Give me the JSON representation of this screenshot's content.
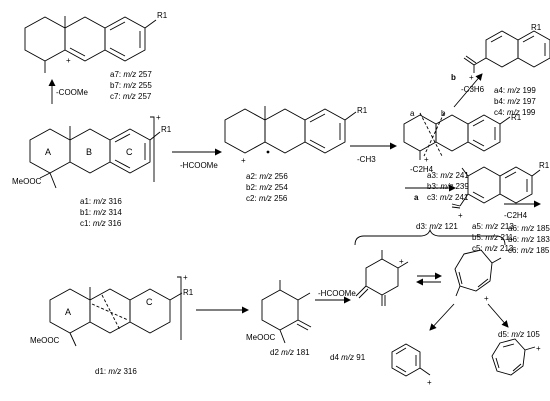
{
  "ions": {
    "a1": "a1:",
    "a1_mz": "m/z",
    "a1_val": "316",
    "b1": "b1:",
    "b1_mz": "m/z",
    "b1_val": "314",
    "c1": "c1:",
    "c1_mz": "m/z",
    "c1_val": "316",
    "a2": "a2:",
    "a2_mz": "m/z",
    "a2_val": "256",
    "b2": "b2:",
    "b2_mz": "m/z",
    "b2_val": "254",
    "c2": "c2:",
    "c2_mz": "m/z",
    "c2_val": "256",
    "a3": "a3:",
    "a3_mz": "m/z",
    "a3_val": "241",
    "b3": "b3:",
    "b3_mz": "m/z",
    "b3_val": "239",
    "c3": "c3:",
    "c3_mz": "m/z",
    "c3_val": "241",
    "a4": "a4:",
    "a4_mz": "m/z",
    "a4_val": "199",
    "b4": "b4:",
    "b4_mz": "m/z",
    "b4_val": "197",
    "c4": "c4:",
    "c4_mz": "m/z",
    "c4_val": "199",
    "a5": "a5:",
    "a5_mz": "m/z",
    "a5_val": "213",
    "b5": "b5:",
    "b5_mz": "m/z",
    "b5_val": "211",
    "c5": "c5:",
    "c5_mz": "m/z",
    "c5_val": "213",
    "a6": "a6:",
    "a6_mz": "m/z",
    "a6_val": "185",
    "b6": "b6:",
    "b6_mz": "m/z",
    "b6_val": "183",
    "c6": "c6:",
    "c6_mz": "m/z",
    "c6_val": "185",
    "a7": "a7:",
    "a7_mz": "m/z",
    "a7_val": "257",
    "b7": "b7:",
    "b7_mz": "m/z",
    "b7_val": "255",
    "c7": "c7:",
    "c7_mz": "m/z",
    "c7_val": "257",
    "d1": "d1:",
    "d1_mz": "m/z",
    "d1_val": "316",
    "d2": "d2",
    "d2_mz": "m/z",
    "d2_val": "181",
    "d3": "d3:",
    "d3_mz": "m/z",
    "d3_val": "121",
    "d4": "d4",
    "d4_mz": "m/z",
    "d4_val": "91",
    "d5": "d5:",
    "d5_mz": "m/z",
    "d5_val": "105"
  },
  "losses": {
    "cooome": "-COOMe",
    "hcooome_top": "-HCOOMe",
    "ch3": "-CH3",
    "c3h6": "-C3H6",
    "c2h4_a": "-C2H4",
    "c2h4_b": "-C2H4",
    "hcooome_bottom": "-HCOOMe"
  },
  "path_labels": {
    "a": "a",
    "b": "b"
  },
  "structure_text": {
    "r1": "R1",
    "ring_a": "A",
    "ring_b": "B",
    "ring_c": "C",
    "ester": "MeOOC",
    "radical_cation": "+",
    "plus": "+"
  }
}
